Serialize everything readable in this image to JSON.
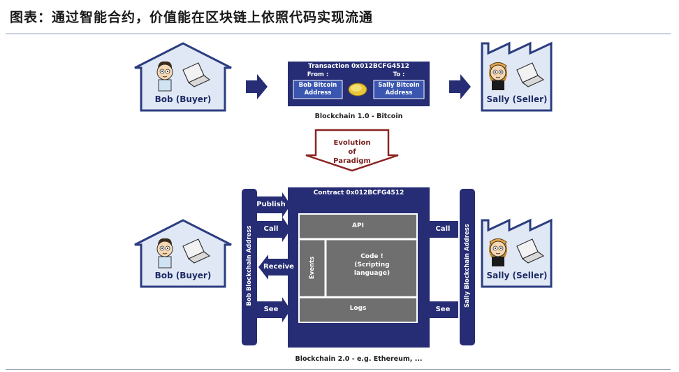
{
  "title": "图表：通过智能合约，价值能在区块链上依照代码实现流通",
  "top": {
    "buyer_label": "Bob (Buyer)",
    "seller_label": "Sally (Seller)",
    "transaction_title": "Transaction 0x012BCFG4512",
    "from_label": "From :",
    "to_label": "To :",
    "from_address_line1": "Bob Bitcoin",
    "from_address_line2": "Address",
    "to_address_line1": "Sally Bitcoin",
    "to_address_line2": "Address",
    "caption": "Blockchain 1.0 - Bitcoin"
  },
  "evolution": {
    "line1": "Evolution",
    "line2": "of",
    "line3": "Paradigm"
  },
  "bottom": {
    "buyer_label": "Bob (Buyer)",
    "seller_label": "Sally (Seller)",
    "bob_bar_label": "Bob Blockchain Address",
    "sally_bar_label": "Sally Blockchain Address",
    "contract_title": "Contract 0x012BCFG4512",
    "api": "API",
    "events": "Events",
    "code_line1": "Code !",
    "code_line2": "(Scripting",
    "code_line3": "language)",
    "logs": "Logs",
    "publish": "Publish",
    "call_left": "Call",
    "receive": "Receive",
    "see_left": "See",
    "call_right": "Call",
    "see_right": "See",
    "caption": "Blockchain 2.0 - e.g. Ethereum, ..."
  },
  "colors": {
    "navy": "#262d74",
    "blue_box": "#3a56b0",
    "gray": "#6f6f6f",
    "house_fill": "#dfe8f4",
    "house_stroke": "#2c3d80",
    "evolution_stroke": "#8b2323"
  }
}
